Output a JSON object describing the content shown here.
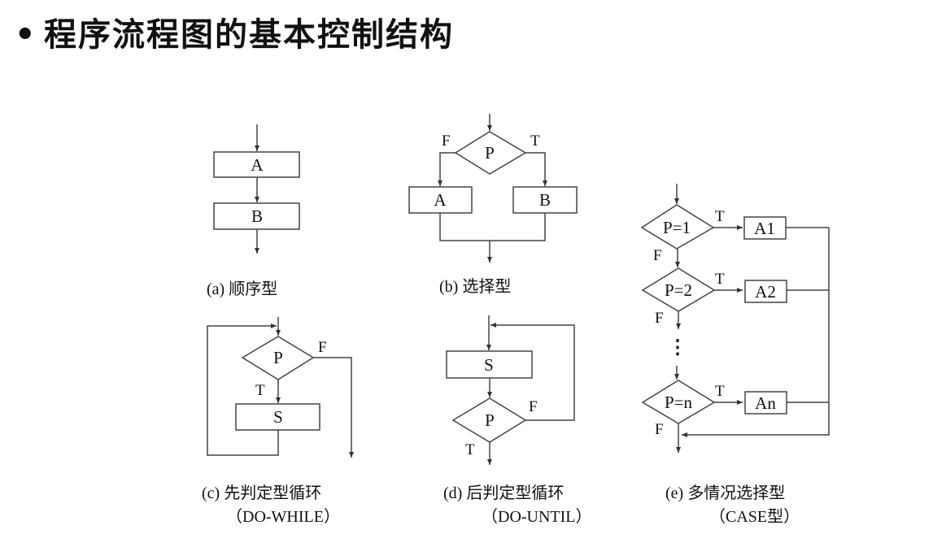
{
  "slide": {
    "bullet": "•",
    "title": "程序流程图的基本控制结构"
  },
  "diagrams": {
    "a": {
      "box1": "A",
      "box2": "B",
      "caption": "(a) 顺序型"
    },
    "b": {
      "decision": "P",
      "false_label": "F",
      "true_label": "T",
      "box_false": "A",
      "box_true": "B",
      "caption": "(b) 选择型"
    },
    "c": {
      "decision": "P",
      "false_label": "F",
      "true_label": "T",
      "body": "S",
      "caption": "(c) 先判定型循环",
      "subcaption": "（DO-WHILE）"
    },
    "d": {
      "body": "S",
      "decision": "P",
      "false_label": "F",
      "true_label": "T",
      "caption": "(d) 后判定型循环",
      "subcaption": "（DO-UNTIL）"
    },
    "e": {
      "cases": [
        {
          "decision": "P=1",
          "action": "A1",
          "true_label": "T",
          "false_label": "F"
        },
        {
          "decision": "P=2",
          "action": "A2",
          "true_label": "T",
          "false_label": "F"
        },
        {
          "decision": "P=n",
          "action": "An",
          "true_label": "T",
          "false_label": "F"
        }
      ],
      "ellipsis": "⋮",
      "caption": "(e) 多情况选择型",
      "subcaption": "（CASE型）"
    }
  }
}
